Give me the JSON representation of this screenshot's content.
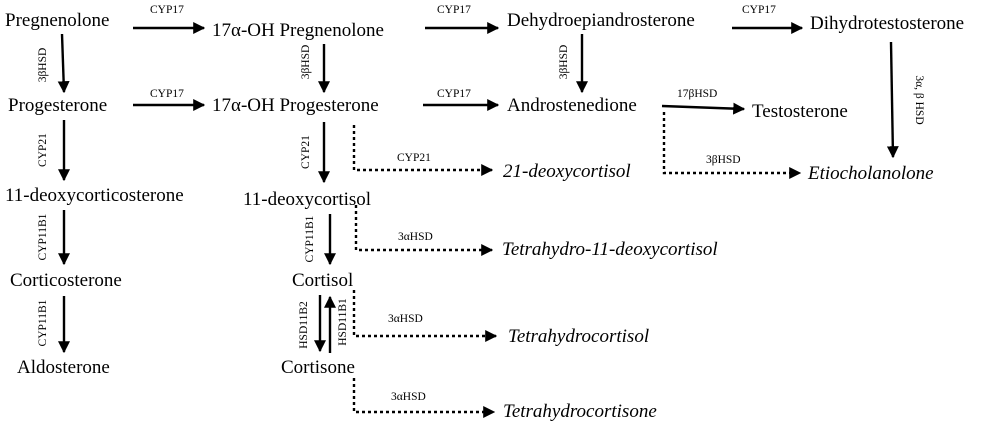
{
  "nodes": {
    "pregnenolone": "Pregnenolone",
    "oh_pregnenolone": "17α-OH Pregnenolone",
    "dhea": "Dehydroepiandrosterone",
    "dht": "Dihydrotestosterone",
    "progesterone": "Progesterone",
    "oh_progesterone": "17α-OH Progesterone",
    "androstenedione": "Androstenedione",
    "testosterone": "Testosterone",
    "deoxycorticosterone": "11-deoxycorticosterone",
    "deoxycortisol_21": "21-deoxycortisol",
    "etiocholanolone": "Etiocholanolone",
    "deoxycortisol_11": "11-deoxycortisol",
    "tetrahydro_deoxycortisol": "Tetrahydro-11-deoxycortisol",
    "corticosterone": "Corticosterone",
    "cortisol": "Cortisol",
    "tetrahydrocortisol": "Tetrahydrocortisol",
    "aldosterone": "Aldosterone",
    "cortisone": "Cortisone",
    "tetrahydrocortisone": "Tetrahydrocortisone"
  },
  "enzymes": {
    "preg_to_ohpreg": "CYP17",
    "ohpreg_to_dhea": "CYP17",
    "dhea_to_dht": "CYP17",
    "preg_to_prog": "3βHSD",
    "ohpreg_to_ohprog": "3βHSD",
    "dhea_to_andro": "3βHSD",
    "dht_to_etio": "3α, β HSD",
    "prog_to_ohprog": "CYP17",
    "ohprog_to_andro": "CYP17",
    "andro_to_testo": "17βHSD",
    "andro_to_etio": "3βHSD",
    "ohprog_to_21deoxy": "CYP21",
    "prog_to_doc": "CYP21",
    "ohprog_to_11deoxy": "CYP21",
    "doc_to_cortico": "CYP11B1",
    "deoxy_to_cortisol": "CYP11B1",
    "deoxy_to_tetrahydro": "3αHSD",
    "cortico_to_aldo": "CYP11B1",
    "cortisol_to_cortisone": "HSD11B2",
    "cortisone_to_cortisol": "HSD11B1",
    "cortisol_to_thf": "3αHSD",
    "cortisone_to_the": "3αHSD"
  }
}
